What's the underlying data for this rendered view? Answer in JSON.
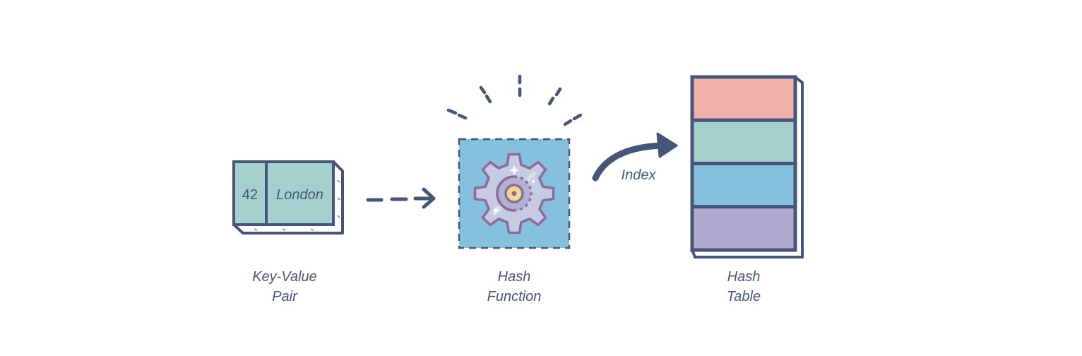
{
  "diagram": {
    "title": "",
    "colors": {
      "ink": "#45567a",
      "kv_fill": "#a3d0cc",
      "hash_fn_fill": "#85c0dd",
      "gear_fill": "#c5cbe3",
      "gear_stroke": "#8e6b9b",
      "gear_center": "#f2d98b",
      "bucket_colors": [
        "#f2b1a8",
        "#a3d0cc",
        "#85c0dd",
        "#b0aacf"
      ]
    },
    "key_value_pair": {
      "key": "42",
      "value": "London",
      "label_line1": "Key-Value",
      "label_line2": "Pair"
    },
    "hash_function": {
      "icon": "gear-icon",
      "label_line1": "Hash",
      "label_line2": "Function"
    },
    "edge_index": {
      "label": "Index"
    },
    "hash_table": {
      "bucket_count": 4,
      "label_line1": "Hash",
      "label_line2": "Table"
    }
  }
}
